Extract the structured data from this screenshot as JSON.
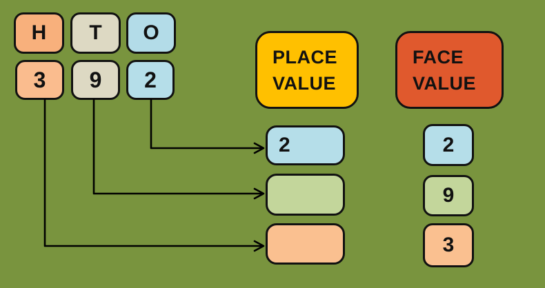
{
  "background_color": "#79943E",
  "number_shown": "392",
  "digit_columns": [
    {
      "label": "H",
      "digit": "3",
      "color": "#F8B07C"
    },
    {
      "label": "T",
      "digit": "9",
      "color": "#DDD9C3"
    },
    {
      "label": "O",
      "digit": "2",
      "color": "#B3DCE8"
    }
  ],
  "headers": {
    "place_value": {
      "line1": "PLACE",
      "line2": "VALUE",
      "color": "#FFC000"
    },
    "face_value": {
      "line1": "FACE",
      "line2": "VALUE",
      "color": "#E0592D"
    }
  },
  "place_value_rows": [
    {
      "value": "2",
      "color": "#B5DEE9"
    },
    {
      "value": "",
      "color": "#C3D69B"
    },
    {
      "value": "",
      "color": "#FAC090"
    }
  ],
  "face_value_rows": [
    {
      "value": "2",
      "color": "#B5DEE9"
    },
    {
      "value": "9",
      "color": "#C3D69B"
    },
    {
      "value": "3",
      "color": "#FAC090"
    }
  ],
  "connector_color": "#000000"
}
